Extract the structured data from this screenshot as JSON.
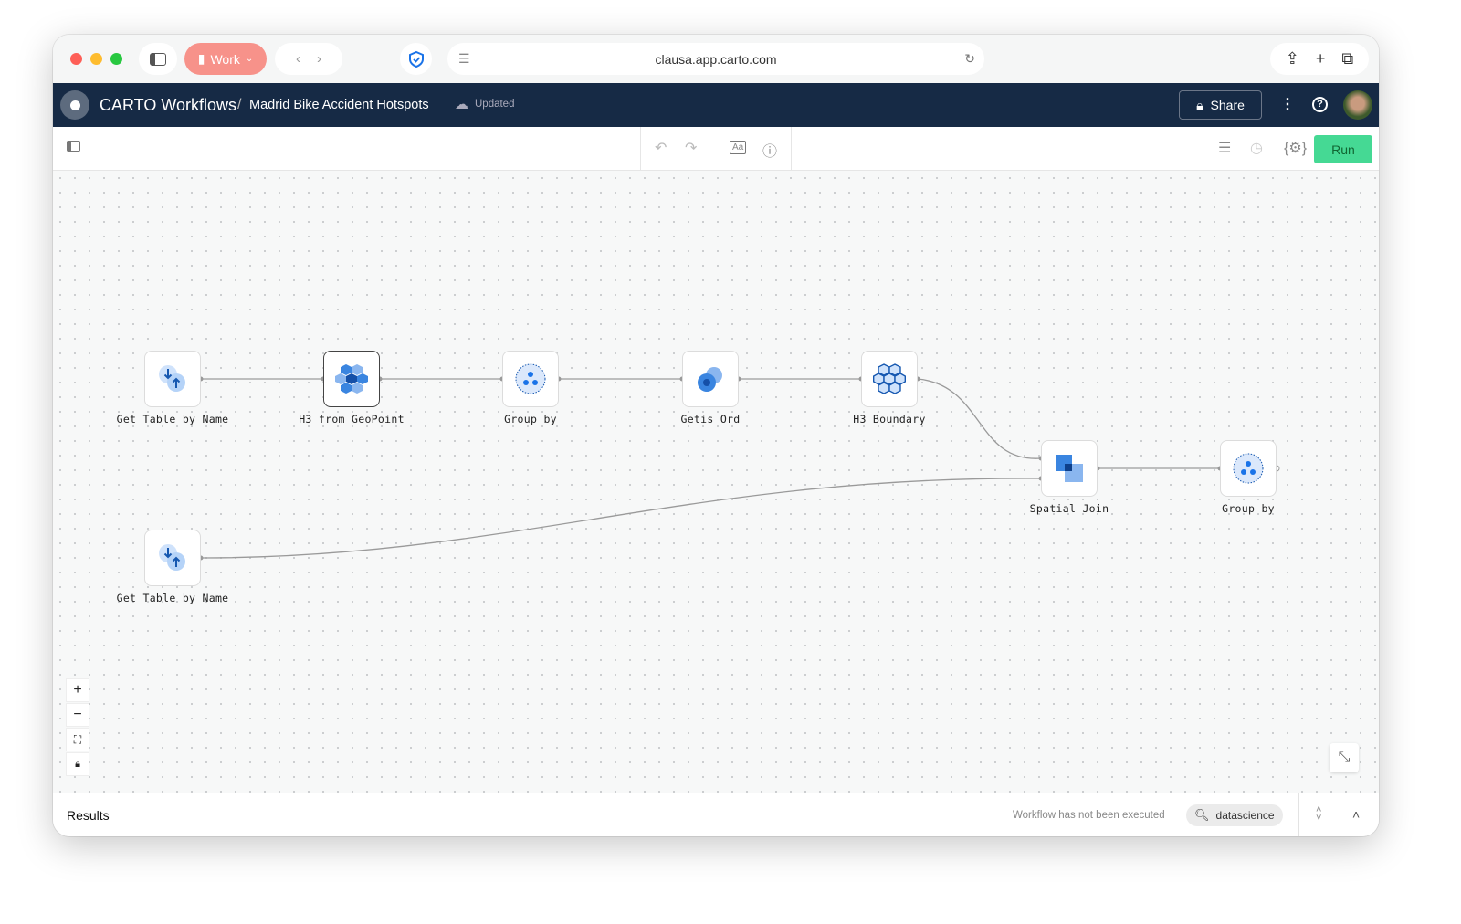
{
  "browser": {
    "profile": "Work",
    "url": "clausa.app.carto.com"
  },
  "header": {
    "app": "CARTO Workflows",
    "separator": "/",
    "workflow": "Madrid Bike Accident Hotspots",
    "status": "Updated",
    "share": "Share"
  },
  "toolbar": {
    "run": "Run"
  },
  "nodes": [
    {
      "label": "Get Table by Name",
      "icon": "get-table-icon"
    },
    {
      "label": "H3 from GeoPoint",
      "icon": "h3-hex-icon"
    },
    {
      "label": "Group by",
      "icon": "group-by-icon"
    },
    {
      "label": "Getis Ord",
      "icon": "getis-ord-icon"
    },
    {
      "label": "H3 Boundary",
      "icon": "h3-boundary-icon"
    },
    {
      "label": "Spatial Join",
      "icon": "spatial-join-icon"
    },
    {
      "label": "Group by",
      "icon": "group-by-icon"
    },
    {
      "label": "Get Table by Name",
      "icon": "get-table-icon"
    }
  ],
  "zoom_controls": {
    "zoom_in": "+",
    "zoom_out": "−"
  },
  "results": {
    "title": "Results",
    "status": "Workflow has not been executed",
    "connection": "datascience"
  },
  "colors": {
    "nav": "#162a45",
    "run": "#45d994",
    "accent": "#1a73e8"
  }
}
